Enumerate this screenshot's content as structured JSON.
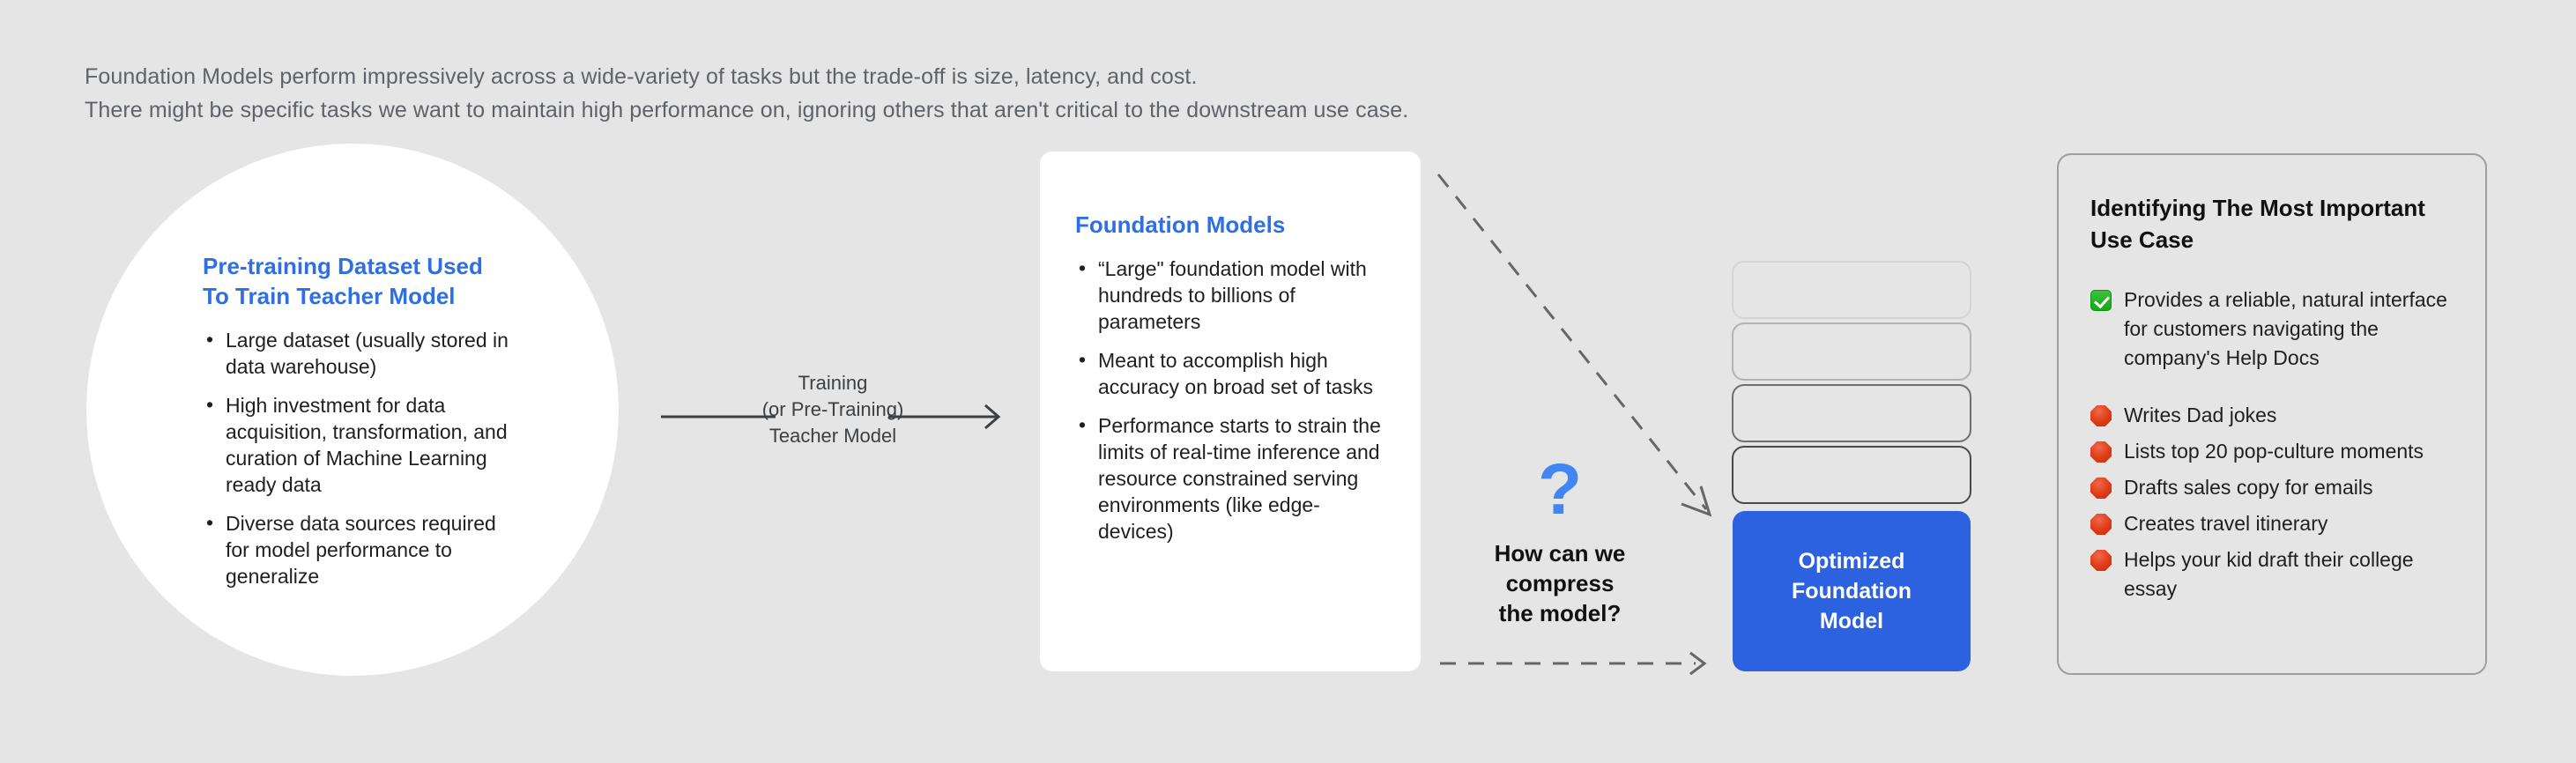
{
  "page": {
    "background_color": "#e5e5e5",
    "accent_blue": "#2f6fe4",
    "box_blue": "#2c62e0",
    "caption_line_1": "Foundation Models perform impressively across a wide-variety of tasks but the trade-off is size, latency, and cost.",
    "caption_line_2": "There might be specific tasks we want to maintain high performance on, ignoring others that aren't critical to the downstream use case."
  },
  "circle_panel": {
    "title": "Pre-training Dataset Used To Train Teacher Model",
    "bullets": [
      "Large dataset (usually stored in data warehouse)",
      "High investment for data acquisition, transformation, and curation of Machine Learning ready data",
      "Diverse data sources required for model performance to generalize"
    ]
  },
  "training_arrow": {
    "label_line_1": "Training",
    "label_line_2": "(or Pre-Training)",
    "label_line_3": "Teacher Model"
  },
  "foundation_models": {
    "title": "Foundation Models",
    "bullets": [
      "“Large\" foundation model with hundreds to billions of parameters",
      "Meant to accomplish high accuracy on broad set of tasks",
      "Performance starts to strain the limits of  real-time inference and resource constrained serving environments (like edge-devices)"
    ]
  },
  "question": {
    "mark": "?",
    "line_1": "How can we",
    "line_2": "compress",
    "line_3": "the model?"
  },
  "optimized_model": {
    "line_1": "Optimized",
    "line_2": "Foundation",
    "line_3": "Model",
    "stack_count": 4
  },
  "use_case_panel": {
    "title": "Identifying The Most Important Use Case",
    "items": [
      {
        "icon": "check-icon",
        "text": "Provides a reliable, natural interface for customers navigating the company's Help Docs"
      },
      {
        "icon": "stop-icon",
        "text": "Writes Dad jokes"
      },
      {
        "icon": "stop-icon",
        "text": "Lists top 20 pop-culture moments"
      },
      {
        "icon": "stop-icon",
        "text": "Drafts sales copy for emails"
      },
      {
        "icon": "stop-icon",
        "text": "Creates travel itinerary"
      },
      {
        "icon": "stop-icon",
        "text": "Helps your kid draft their college essay"
      }
    ]
  }
}
